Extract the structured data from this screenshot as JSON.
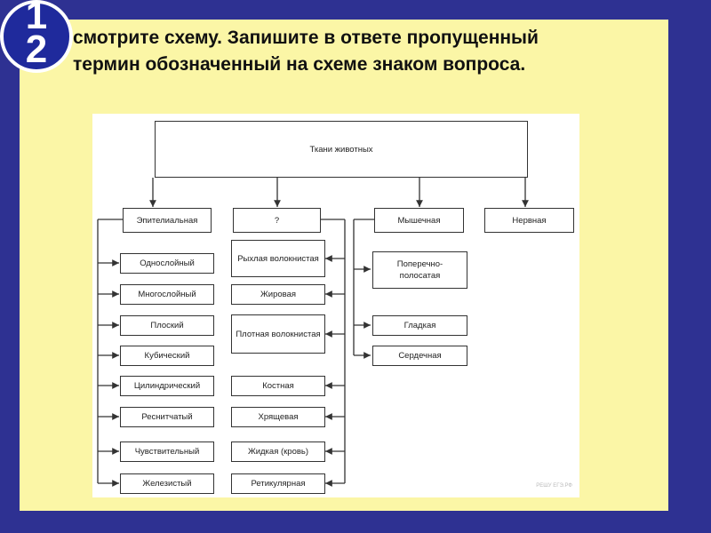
{
  "badge": {
    "line1": "1",
    "line2": "2"
  },
  "question": {
    "line1": "смотрите схему. Запишите в ответе пропущенный",
    "line2": "термин обозначенный на схеме знаком вопроса."
  },
  "diagram": {
    "root": "Ткани животных",
    "categories": [
      "Эпителиальная",
      "?",
      "Мышечная",
      "Нервная"
    ],
    "epithelial": [
      "Однослойный",
      "Многослойный",
      "Плоский",
      "Кубический",
      "Цилиндрический",
      "Реснитчатый",
      "Чувствительный",
      "Железистый"
    ],
    "connective": [
      "Рыхлая волокнистая",
      "Жировая",
      "Плотная волокнистая",
      "Костная",
      "Хрящевая",
      "Жидкая (кровь)",
      "Ретикулярная"
    ],
    "muscle": [
      "Поперечно-полосатая",
      "Гладкая",
      "Сердечная"
    ],
    "watermark": "РЕШУ ЕГЭ.РФ"
  },
  "colors": {
    "background": "#2e3192",
    "panel": "#fbf6a6",
    "badge": "#1f2a9c"
  }
}
